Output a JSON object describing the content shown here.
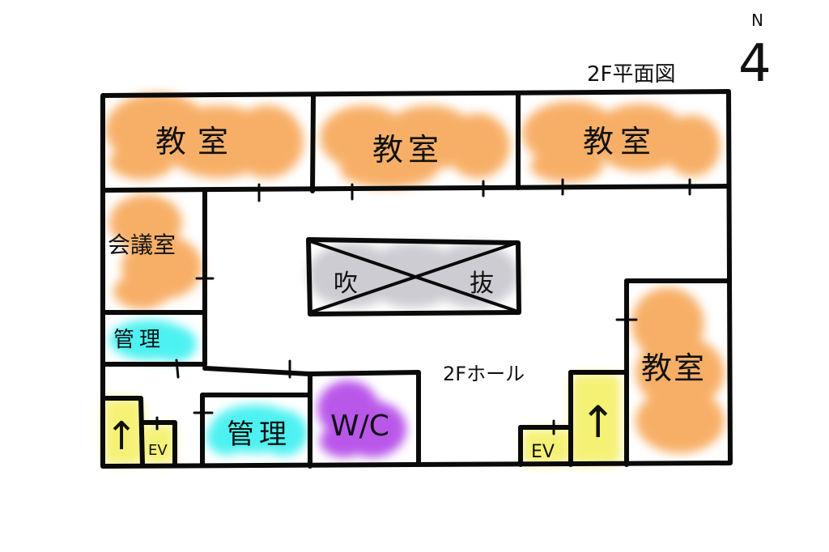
{
  "title": "2F平面図",
  "north": {
    "letter": "N",
    "arrow": "4"
  },
  "hall_label": "2Fホール",
  "void": {
    "left": "吹",
    "right": "抜"
  },
  "rooms": {
    "classroom_1": "教室",
    "classroom_2": "教室",
    "classroom_3": "教室",
    "classroom_4": "教室",
    "meeting_room": "会議室",
    "management_1": "管理",
    "management_2": "管理",
    "wc": "W/C",
    "ev_left": "EV",
    "ev_right": "EV"
  },
  "stairs": {
    "left": "↑",
    "right": "↑"
  },
  "colors": {
    "classroom": "#f7a95c",
    "meeting": "#f7a95c",
    "management": "#3ff0f0",
    "wc": "#b44ae8",
    "ev": "#f4f06a",
    "void": "#c8c8cf",
    "wall": "#0a0a0a"
  }
}
